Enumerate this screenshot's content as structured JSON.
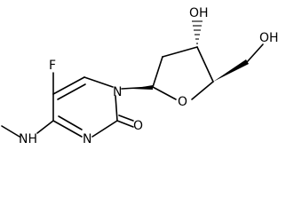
{
  "molecule": {
    "atom_labels": {
      "fluorine": "F",
      "n1": "N",
      "n3": "N",
      "amine_nh": "NH",
      "carbonyl_o": "O",
      "ring_o": "O",
      "hydroxyl_3": "OH",
      "hydroxyl_5": "OH"
    }
  }
}
